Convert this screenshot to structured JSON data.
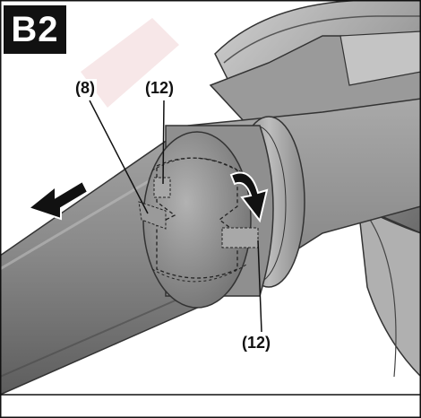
{
  "figure": {
    "badge": "B2",
    "callouts": [
      {
        "id": "c8",
        "label": "(8)"
      },
      {
        "id": "c12a",
        "label": "(12)"
      },
      {
        "id": "c12b",
        "label": "(12)"
      }
    ]
  },
  "colors": {
    "tube": "#8c8c8c",
    "tube_dark": "#5e5e5e",
    "tube_light": "#b3b3b3",
    "housing": "#9d9d9d",
    "arrow": "#111111",
    "watermark": "#e9b9bd"
  },
  "icons": [
    "push-arrow-icon",
    "rotate-arrow-icon"
  ]
}
